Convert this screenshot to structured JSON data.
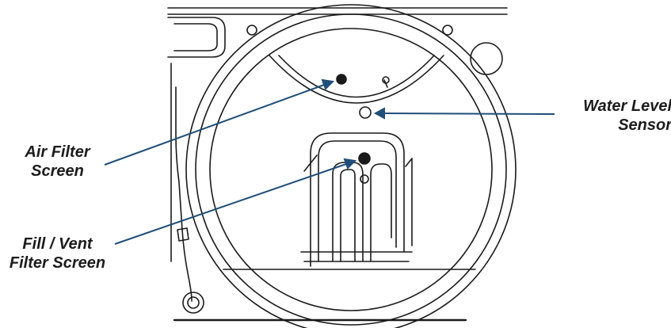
{
  "callouts": {
    "air_filter": {
      "line1": "Air Filter",
      "line2": "Screen"
    },
    "fill_vent": {
      "line1": "Fill / Vent",
      "line2": "Filter Screen"
    },
    "water_level": {
      "line1": "Water Level",
      "line2": "Sensor"
    }
  },
  "colors": {
    "leader_line": "#1f4e79",
    "text": "#1c1c1c",
    "outline": "#1a1a1a"
  }
}
